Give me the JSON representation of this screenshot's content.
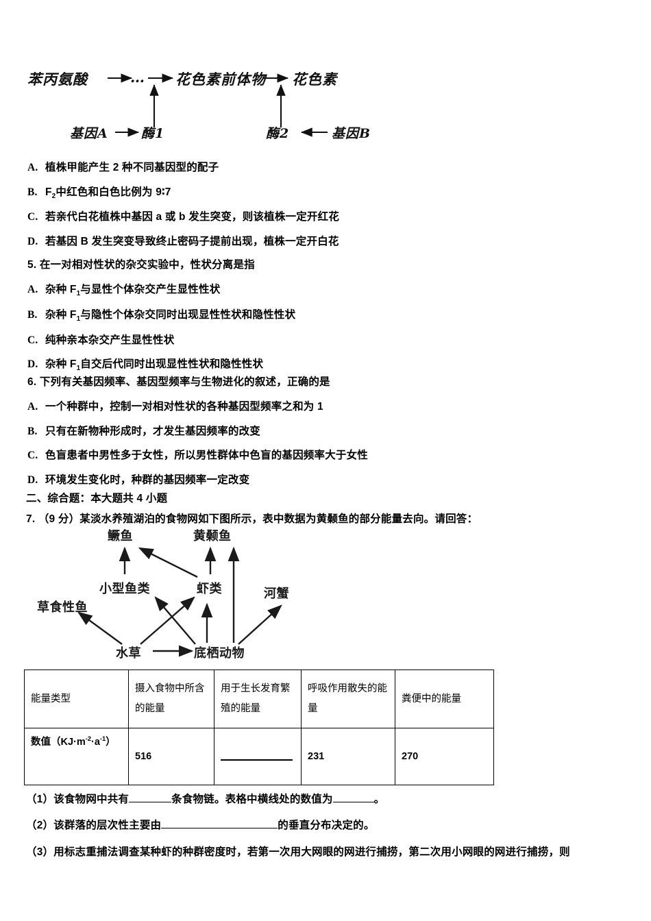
{
  "pathway": {
    "nodes": {
      "phenylalanine": "苯丙氨酸",
      "ellipsis": "…",
      "anthocyanin_precursor": "花色素前体物",
      "anthocyanin": "花色素",
      "gene_a": "基因A",
      "enzyme_1": "酶1",
      "enzyme_2": "酶2",
      "gene_b": "基因B"
    }
  },
  "question4_options": [
    {
      "letter": "A.",
      "text": "植株甲能产生 2 种不同基因型的配子"
    },
    {
      "letter": "B.",
      "text_pre": "F",
      "sub": "2",
      "text_post": "中红色和白色比例为 9∶7"
    },
    {
      "letter": "C.",
      "text": "若亲代白花植株中基因 a 或 b 发生突变，则该植株一定开红花"
    },
    {
      "letter": "D.",
      "text": "若基因 B 发生突变导致终止密码子提前出现，植株一定开白花"
    }
  ],
  "question5": {
    "number": "5.",
    "stem": "在一对相对性状的杂交实验中，性状分离是指",
    "options": [
      {
        "letter": "A.",
        "pre": "杂种 F",
        "sub": "1",
        "post": "与显性个体杂交产生显性性状"
      },
      {
        "letter": "B.",
        "pre": "杂种 F",
        "sub": "1",
        "post": "与隐性个体杂交同时出现显性性状和隐性性状"
      },
      {
        "letter": "C.",
        "pre": "纯种亲本杂交产生显性性状",
        "sub": "",
        "post": ""
      },
      {
        "letter": "D.",
        "pre": "杂种 F",
        "sub": "1",
        "post": "自交后代同时出现显性性状和隐性性状"
      }
    ]
  },
  "question6": {
    "number": "6.",
    "stem": "下列有关基因频率、基因型频率与生物进化的叙述，正确的是",
    "options": [
      {
        "letter": "A.",
        "text": "一个种群中，控制一对相对性状的各种基因型频率之和为 1"
      },
      {
        "letter": "B.",
        "text": "只有在新物种形成时，才发生基因频率的改变"
      },
      {
        "letter": "C.",
        "text": "色盲患者中男性多于女性，所以男性群体中色盲的基因频率大于女性"
      },
      {
        "letter": "D.",
        "text": "环境发生变化时，种群的基因频率一定改变"
      }
    ]
  },
  "section2": {
    "heading": "二、综合题：本大题共 4 小题"
  },
  "question7": {
    "number": "7.",
    "stem": "（9 分）某淡水养殖湖泊的食物网如下图所示，表中数据为黄颡鱼的部分能量去向。请回答：",
    "foodweb": {
      "nodes": {
        "mandarin_fish": "鳜鱼",
        "yellow_catfish": "黄颡鱼",
        "small_fish": "小型鱼类",
        "shrimp": "虾类",
        "river_crab": "河蟹",
        "herbivorous_fish": "草食性鱼",
        "aquatic_plants": "水草",
        "benthic_animals": "底栖动物"
      },
      "edges": [
        "水草→草食性鱼",
        "水草→底栖动物",
        "水草→虾类",
        "底栖动物→小型鱼类",
        "底栖动物→虾类",
        "底栖动物→黄颡鱼",
        "底栖动物→河蟹",
        "小型鱼类→鳜鱼",
        "虾类→鳜鱼",
        "虾类→黄颡鱼"
      ]
    },
    "table": {
      "headers": [
        "能量类型",
        "摄入食物中所含的能量",
        "用于生长发育繁殖的能量",
        "呼吸作用散失的能量",
        "粪便中的能量"
      ],
      "row_label_pre": "数值（KJ·m",
      "row_label_sup1": "-2",
      "row_label_mid": "·a",
      "row_label_sup2": "-1",
      "row_label_post": "）",
      "values": [
        "516",
        "",
        "231",
        "270"
      ]
    },
    "subquestions": [
      {
        "number": "（1）",
        "pre": "该食物网中共有",
        "mid": "条食物链。表格中横线处的数值为",
        "post": "。"
      },
      {
        "number": "（2）",
        "pre": "该群落的层次性主要由",
        "post": "的垂直分布决定的。"
      },
      {
        "number": "（3）",
        "text": "用标志重捕法调查某种虾的种群密度时，若第一次用大网眼的网进行捕捞，第二次用小网眼的网进行捕捞，则"
      }
    ]
  }
}
